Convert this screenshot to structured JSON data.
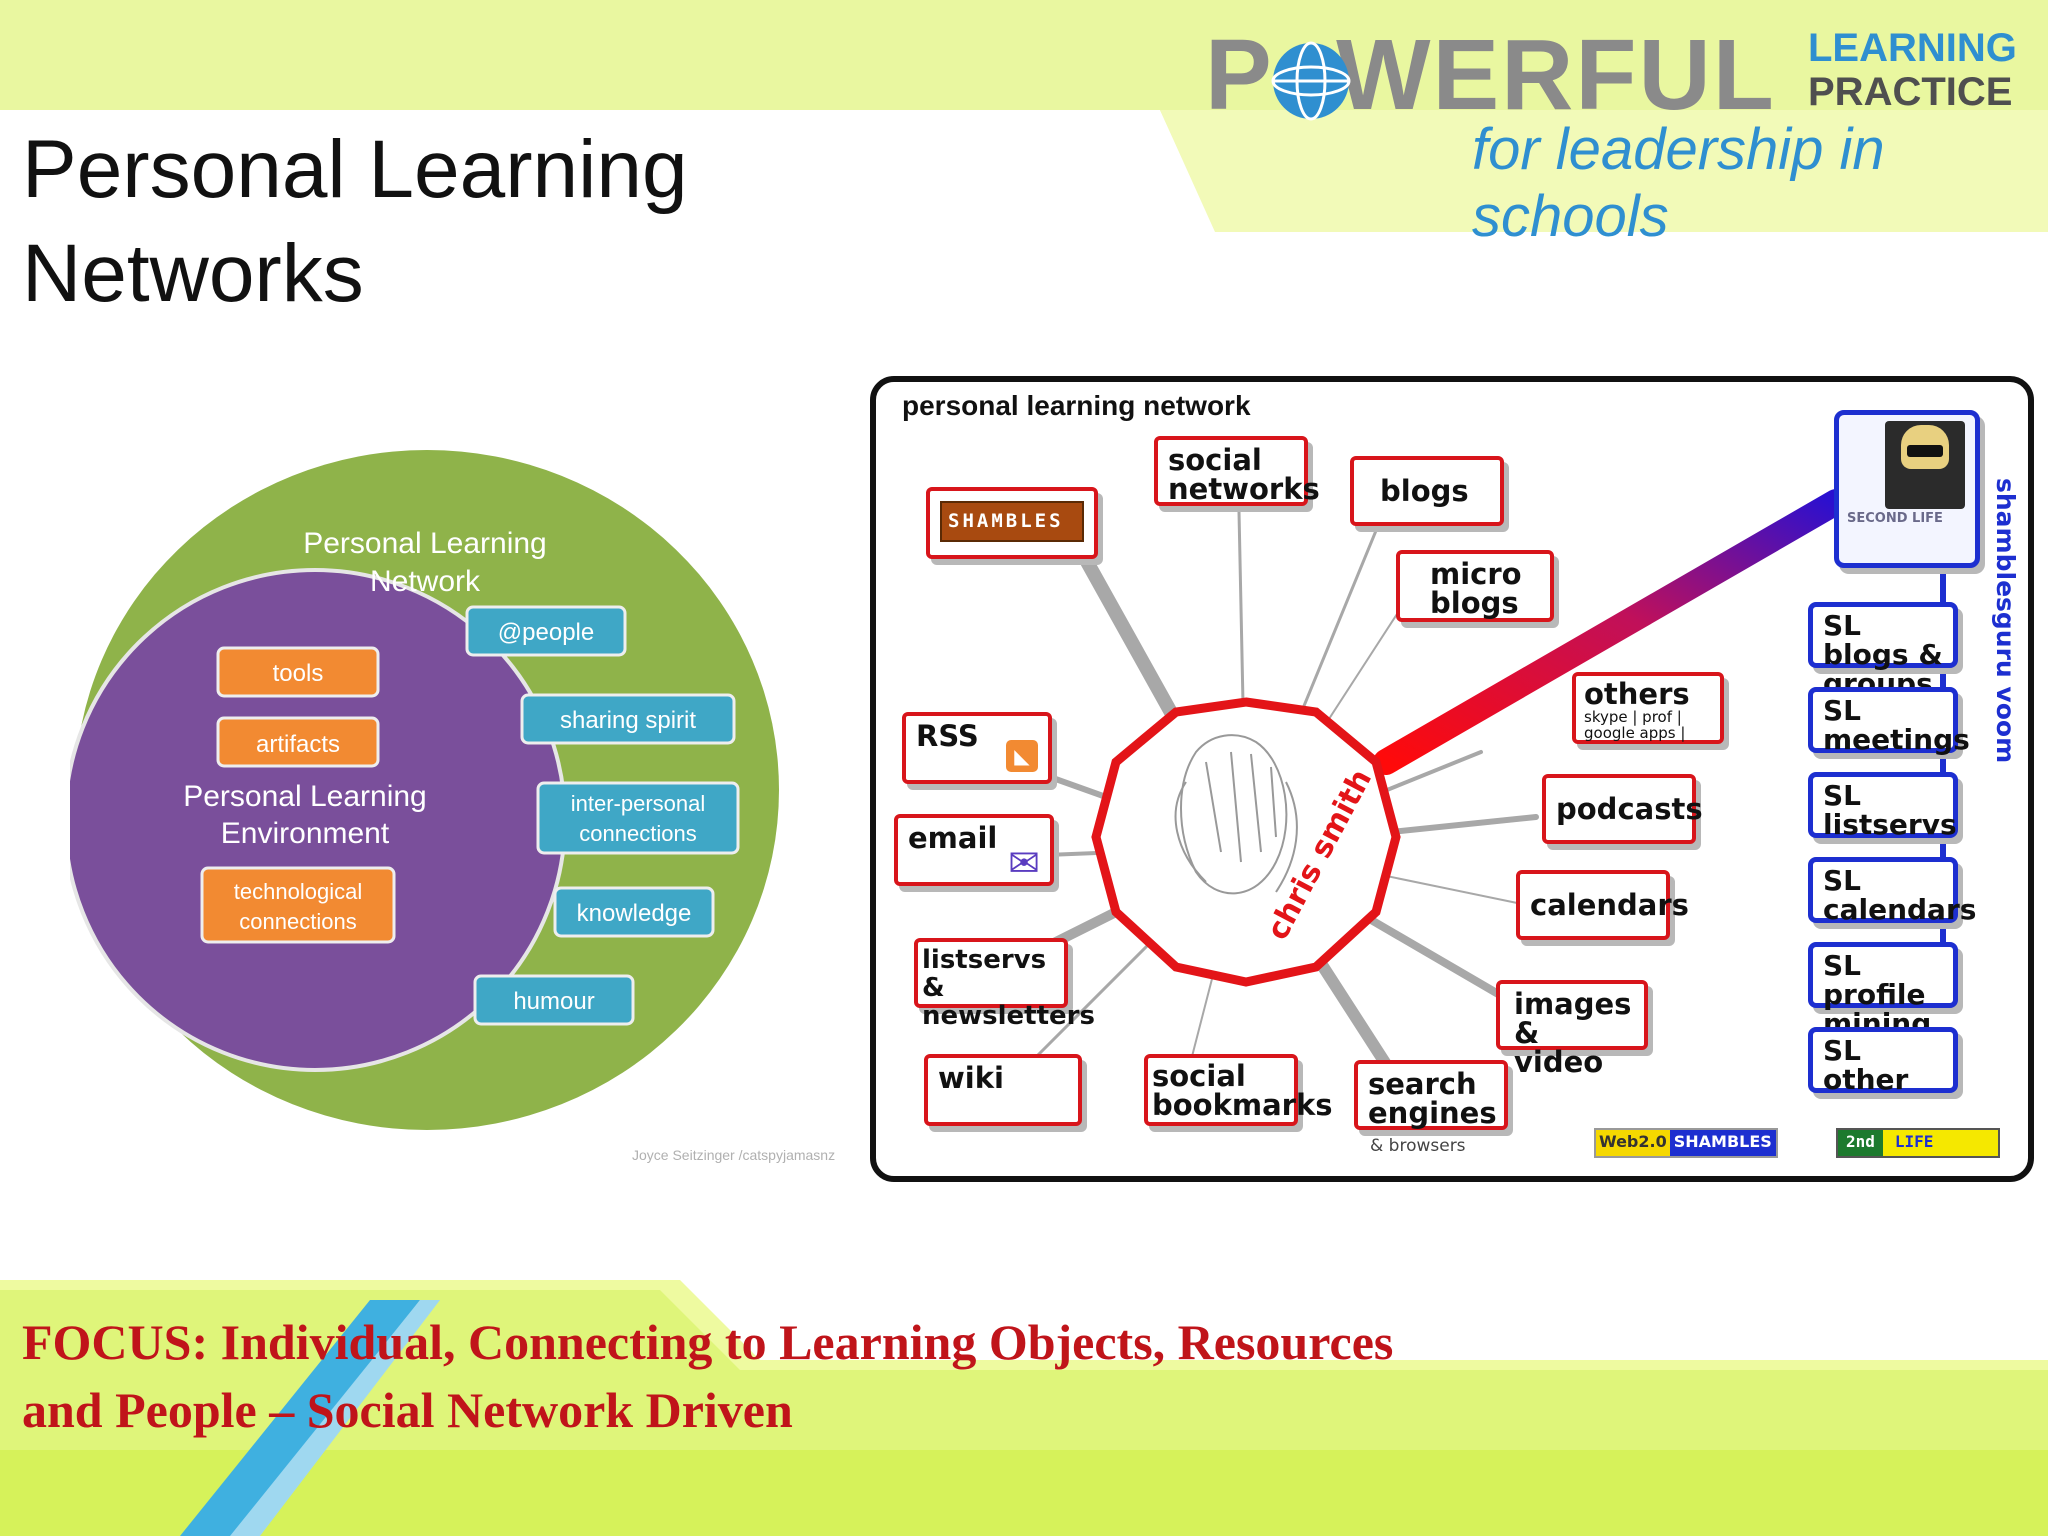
{
  "slide": {
    "title_line1": "Personal Learning",
    "title_line2": "Networks",
    "focus_line1": "FOCUS: Individual, Connecting to Learning Objects, Resources",
    "focus_line2": "and People – Social Network Driven"
  },
  "logo": {
    "main": "P●WERFUL",
    "learning": "LEARNING",
    "practice": "PRACTICE",
    "tagline": "for leadership in schools"
  },
  "ple_diagram": {
    "outer_label_1": "Personal Learning",
    "outer_label_2": "Network",
    "inner_label_1": "Personal Learning",
    "inner_label_2": "Environment",
    "inner_items": [
      "tools",
      "artifacts",
      "technological",
      "connections"
    ],
    "outer_items": [
      "@people",
      "sharing spirit",
      "inter-personal",
      "connections",
      "knowledge",
      "humour"
    ],
    "credit": "Joyce Seitzinger /catspyjamasnz",
    "colors": {
      "outer": "#8fb34a",
      "inner": "#7a4f9b",
      "orange": "#f28a32",
      "teal": "#3fa7c6"
    }
  },
  "pln_diagram": {
    "title": "personal learning network",
    "center": "chris smith",
    "nodes": {
      "shambles": "SHAMBLES",
      "social_networks": "social networks",
      "blogs": "blogs",
      "micro_blogs": "micro blogs",
      "rss": "RSS",
      "email": "email",
      "listservs": "listservs & newsletters",
      "wiki": "wiki",
      "social_bookmarks": "social bookmarks",
      "search_engines": "search engines",
      "search_sub": "& browsers",
      "others": "others",
      "others_sub": "skype | prof | google apps |",
      "podcasts": "podcasts",
      "calendars": "calendars",
      "images_video": "images & video"
    },
    "sl_nodes": [
      "SL blogs & groups",
      "SL meetings",
      "SL listservs",
      "SL calendars",
      "SL profile mining",
      "SL other"
    ],
    "second_life_label": "SECOND LIFE",
    "side_label": "shamblesguru voom",
    "badge_web20": "Web2.0",
    "badge_shambles": "SHAMBLES",
    "badge_2nd": "2nd",
    "badge_life": "LIFE"
  }
}
